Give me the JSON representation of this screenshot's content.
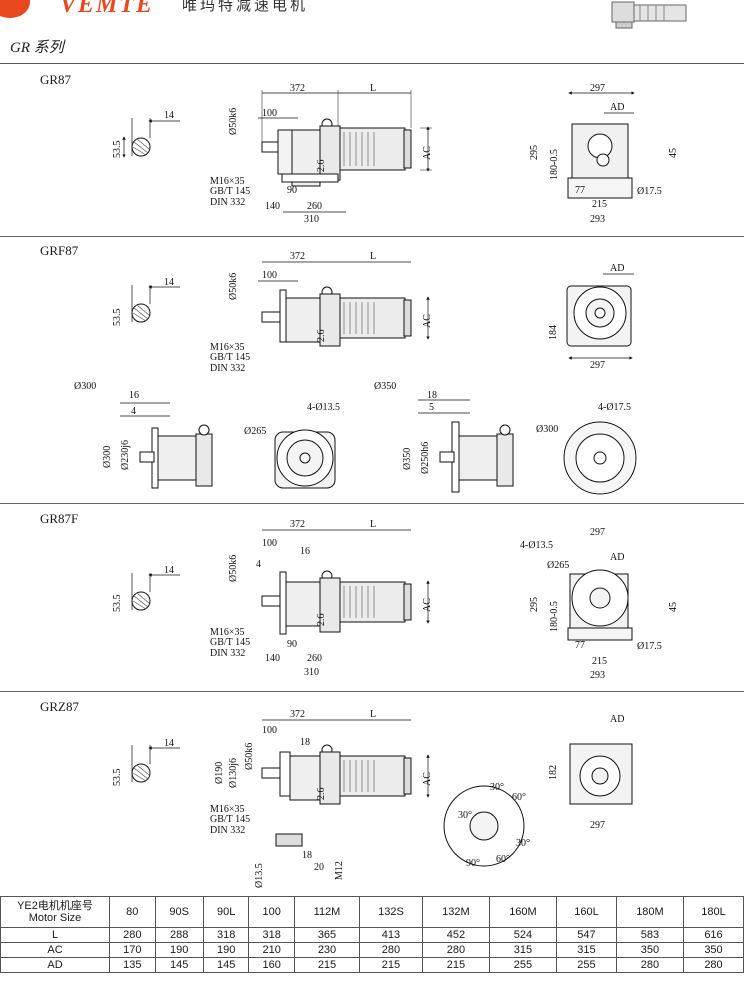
{
  "header": {
    "logo_text": "VEMTE",
    "company": "唯玛特减速电机",
    "series": "GR 系列"
  },
  "sections": [
    {
      "label": "GR87"
    },
    {
      "label": "GRF87"
    },
    {
      "label": "GR87F"
    },
    {
      "label": "GRZ87"
    }
  ],
  "dims": {
    "d372": "372",
    "dL": "L",
    "d100": "100",
    "d14": "14",
    "d53_5": "53.5",
    "d50k6": "Ø50k6",
    "dAC": "AC",
    "dAD": "AD",
    "d297": "297",
    "d295": "295",
    "d180": "180-0.5",
    "d45": "45",
    "d77": "77",
    "d215": "215",
    "d293": "293",
    "d17_5": "Ø17.5",
    "d90": "90",
    "d140": "140",
    "d260": "260",
    "d310": "310",
    "d2_6": "2.6",
    "m16": "M16×35",
    "gbt": "GB/T 145",
    "din": "DIN 332",
    "d184": "184",
    "d300": "Ø300",
    "d350": "Ø350",
    "d16": "16",
    "d4": "4",
    "d18": "18",
    "d5": "5",
    "d230": "Ø230j6",
    "d250": "Ø250h6",
    "d4_13_5": "4-Ø13.5",
    "d4_17_5": "4-Ø17.5",
    "d265": "Ø265",
    "d300b": "Ø300",
    "d190": "Ø190",
    "d130": "Ø130j6",
    "d182": "182",
    "d13_5": "Ø13.5",
    "d20": "20",
    "m12": "M12",
    "d30": "30°",
    "d60": "60°",
    "d90deg": "90°",
    "d16h": "16"
  },
  "spec_table": {
    "header_cn": "YE2电机机座号",
    "header_en": "Motor Size",
    "sizes": [
      "80",
      "90S",
      "90L",
      "100",
      "112M",
      "132S",
      "132M",
      "160M",
      "160L",
      "180M",
      "180L"
    ],
    "rows": [
      {
        "label": "L",
        "values": [
          "280",
          "288",
          "318",
          "318",
          "365",
          "413",
          "452",
          "524",
          "547",
          "583",
          "616"
        ]
      },
      {
        "label": "AC",
        "values": [
          "170",
          "190",
          "190",
          "210",
          "230",
          "280",
          "280",
          "315",
          "315",
          "350",
          "350"
        ]
      },
      {
        "label": "AD",
        "values": [
          "135",
          "145",
          "145",
          "160",
          "215",
          "215",
          "215",
          "255",
          "255",
          "280",
          "280"
        ]
      }
    ]
  }
}
